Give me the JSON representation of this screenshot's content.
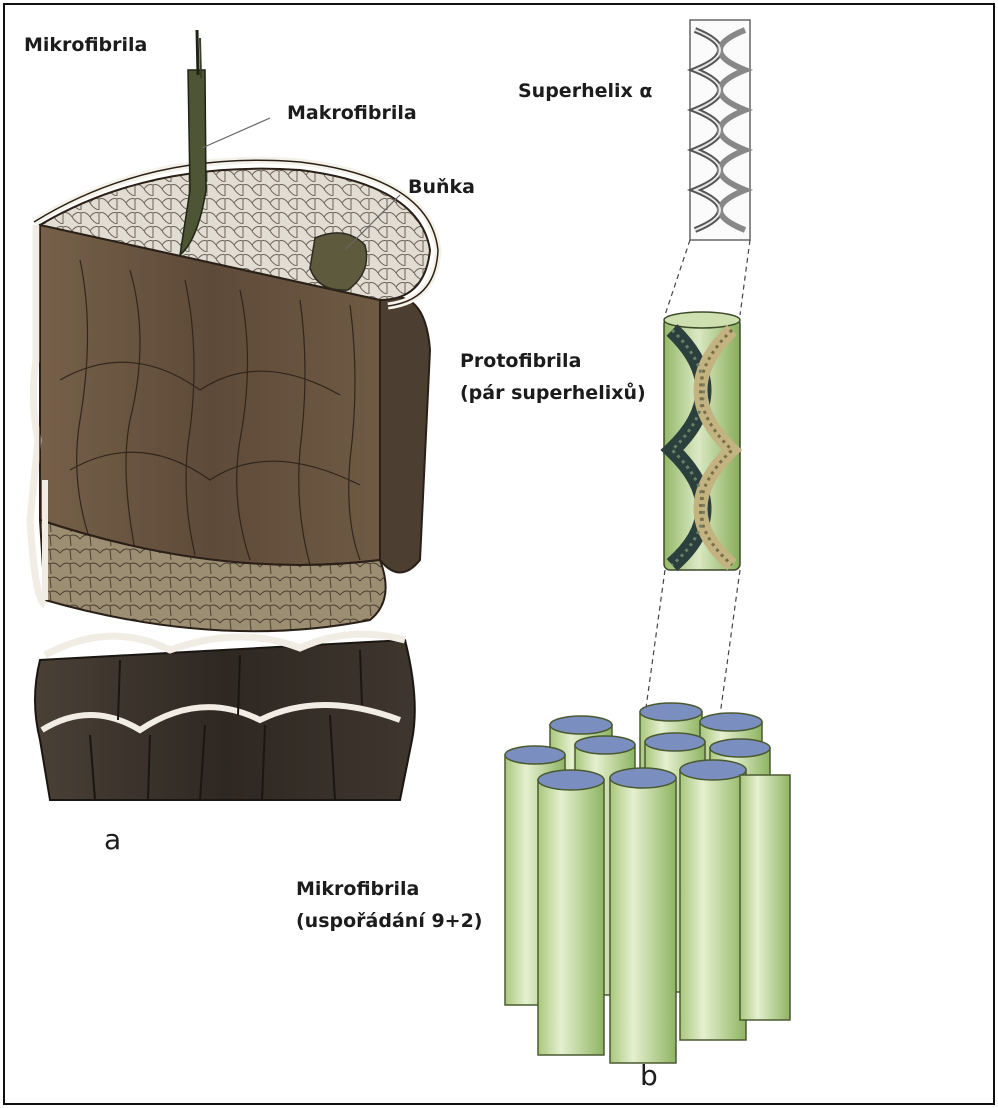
{
  "labels": {
    "mikrofibrila_top": "Mikrofibrila",
    "makrofibrila": "Makrofibrila",
    "bunka": "Buňka",
    "superhelix": "Superhelix α",
    "protofibrila_line1": "Protofibrila",
    "protofibrila_line2": "(pár superhelixů)",
    "mikrofibrila_line1": "Mikrofibrila",
    "mikrofibrila_line2": "(uspořádání 9+2)",
    "panel_a": "a",
    "panel_b": "b"
  },
  "colors": {
    "hair_cortex": "#6b5642",
    "hair_cuticle": "#ebe6da",
    "hair_cross_section": "#d8d2c6",
    "medulla": "#5e5a3e",
    "macrofibril": "#4e5534",
    "protofibril_body": "#b7cf8d",
    "strand_dark": "#2b3f3c",
    "strand_light": "#c2b380",
    "microfibril_body": "#cfe3a9",
    "microfibril_cap": "#7b8ec0",
    "frame": "#111111"
  }
}
